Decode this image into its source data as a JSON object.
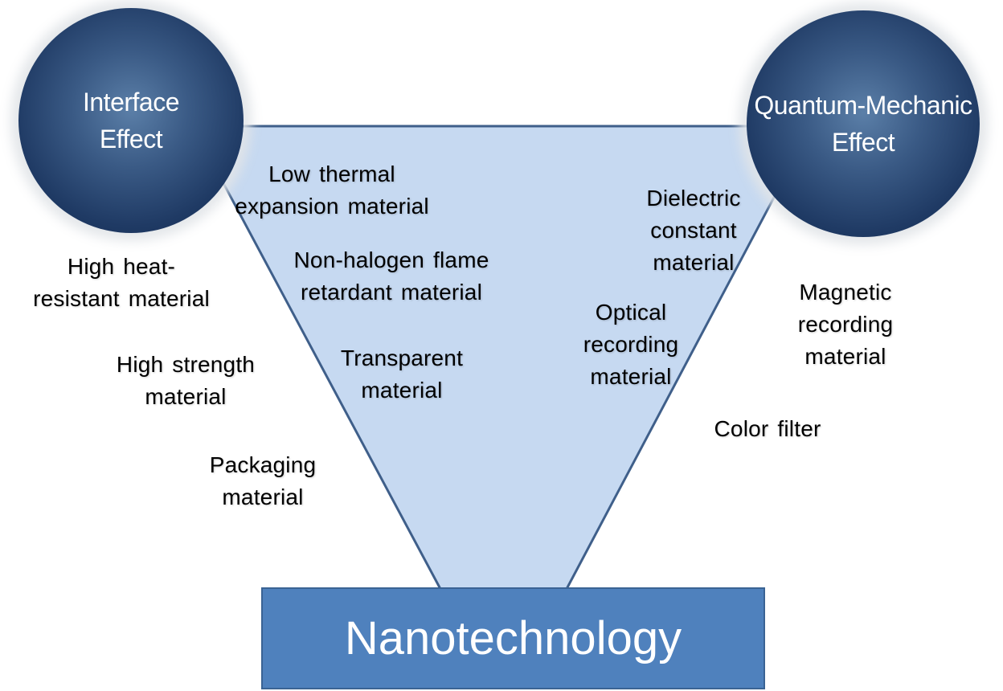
{
  "colors": {
    "triangle_fill": "#c6d9f1",
    "triangle_stroke": "#3f5f8a",
    "circle_dark": "#1f3a64",
    "box_fill": "#4f81bd",
    "text": "#000000"
  },
  "circles": {
    "interface": {
      "lines": [
        "Interface",
        "Effect"
      ]
    },
    "quantum": {
      "lines": [
        "Quantum-Mechanic",
        "Effect"
      ]
    }
  },
  "bottom_box": {
    "label": "Nanotechnology"
  },
  "inside_labels": {
    "low_thermal": [
      "Low thermal",
      "expansion material"
    ],
    "non_halogen": [
      "Non-halogen flame",
      "retardant material"
    ],
    "transparent": [
      "Transparent",
      "material"
    ],
    "dielectric": [
      "Dielectric",
      "constant",
      "material"
    ],
    "optical": [
      "Optical",
      "recording",
      "material"
    ]
  },
  "outside_labels": {
    "heat_resistant": [
      "High heat-",
      "resistant material"
    ],
    "high_strength": [
      "High strength",
      "material"
    ],
    "packaging": [
      "Packaging",
      "material"
    ],
    "magnetic": [
      "Magnetic",
      "recording",
      "material"
    ],
    "color_filter": [
      "Color filter"
    ]
  }
}
